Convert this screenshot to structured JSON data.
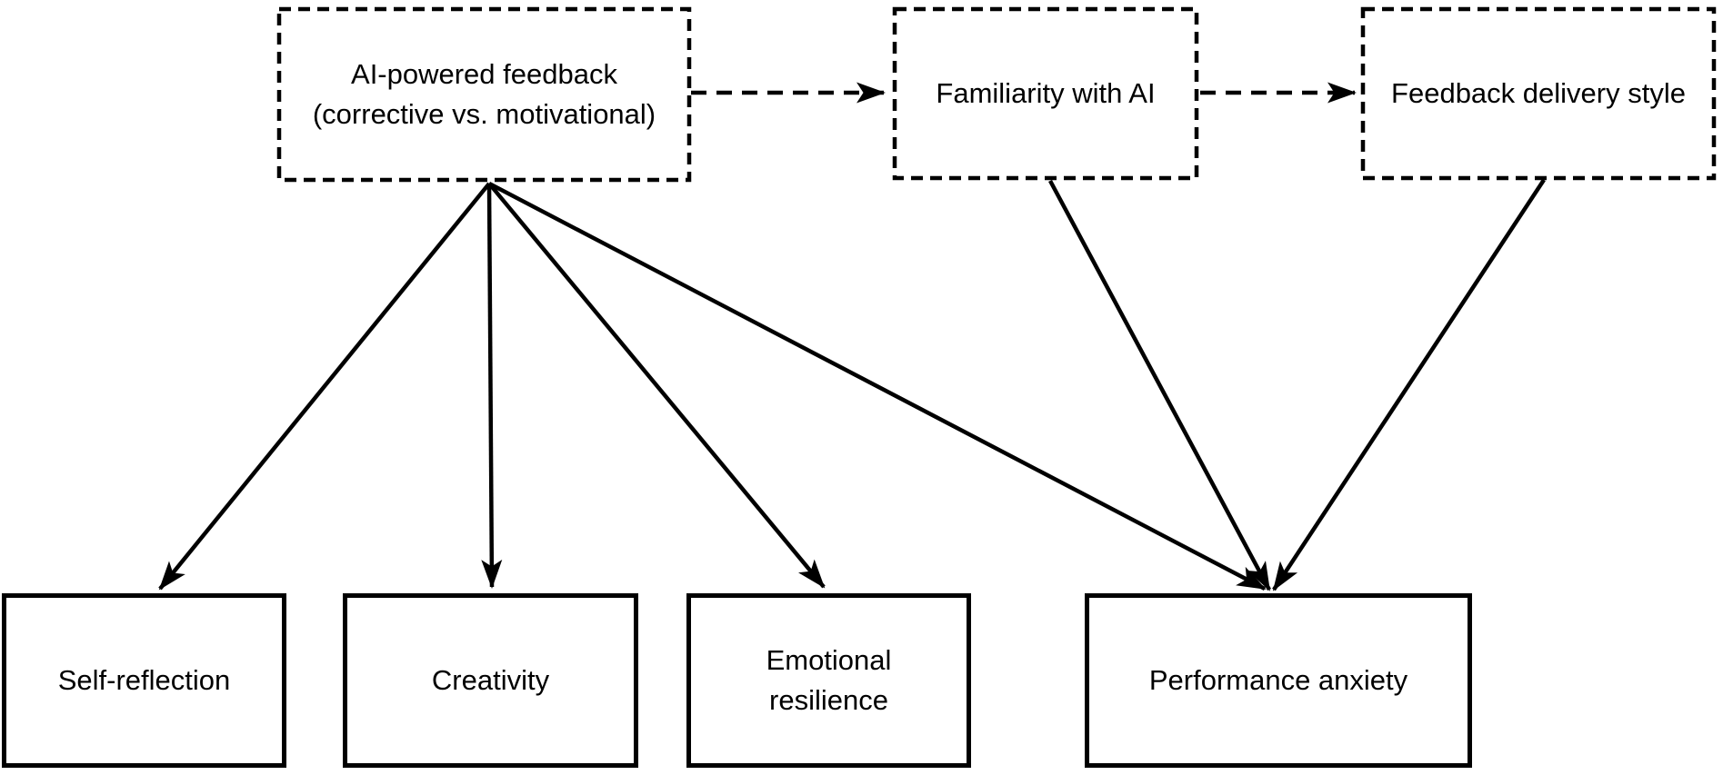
{
  "canvas": {
    "background": "#ffffff",
    "ink": "#000000"
  },
  "nodes": [
    {
      "id": "ai-powered-feedback",
      "label": "AI-powered feedback (corrective vs. motivational)",
      "lines": [
        "AI-powered feedback",
        "(corrective vs. motivational)"
      ],
      "border": "dashed"
    },
    {
      "id": "familiarity-with-ai",
      "label": "Familiarity with AI",
      "lines": [
        "Familiarity with AI"
      ],
      "border": "dashed"
    },
    {
      "id": "feedback-delivery-style",
      "label": "Feedback delivery style",
      "lines": [
        "Feedback delivery style"
      ],
      "border": "dashed"
    },
    {
      "id": "self-reflection",
      "label": "Self-reflection",
      "lines": [
        "Self-reflection"
      ],
      "border": "solid"
    },
    {
      "id": "creativity",
      "label": "Creativity",
      "lines": [
        "Creativity"
      ],
      "border": "solid"
    },
    {
      "id": "emotional-resilience",
      "label": "Emotional resilience",
      "lines": [
        "Emotional",
        "resilience"
      ],
      "border": "solid"
    },
    {
      "id": "performance-anxiety",
      "label": "Performance anxiety",
      "lines": [
        "Performance anxiety"
      ],
      "border": "solid"
    }
  ],
  "edges": [
    {
      "from": "ai-powered-feedback",
      "to": "familiarity-with-ai",
      "style": "dashed"
    },
    {
      "from": "familiarity-with-ai",
      "to": "feedback-delivery-style",
      "style": "dashed"
    },
    {
      "from": "ai-powered-feedback",
      "to": "self-reflection",
      "style": "solid"
    },
    {
      "from": "ai-powered-feedback",
      "to": "creativity",
      "style": "solid"
    },
    {
      "from": "ai-powered-feedback",
      "to": "emotional-resilience",
      "style": "solid"
    },
    {
      "from": "ai-powered-feedback",
      "to": "performance-anxiety",
      "style": "solid"
    },
    {
      "from": "familiarity-with-ai",
      "to": "performance-anxiety",
      "style": "solid"
    },
    {
      "from": "feedback-delivery-style",
      "to": "performance-anxiety",
      "style": "solid"
    }
  ]
}
